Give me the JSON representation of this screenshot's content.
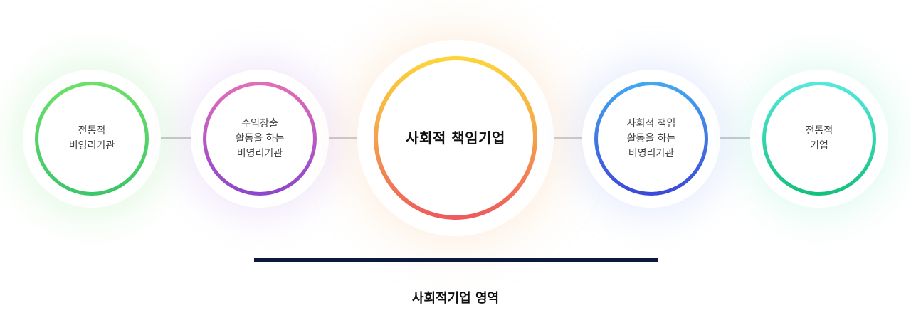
{
  "nodes": [
    {
      "lines": [
        "전통적",
        "비영리기관"
      ]
    },
    {
      "lines": [
        "수익창출",
        "활동을 하는",
        "비영리기관"
      ]
    },
    {
      "lines": [
        "사회적 책임기업"
      ]
    },
    {
      "lines": [
        "사회적 책임",
        "활동을 하는",
        "비영리기관"
      ]
    },
    {
      "lines": [
        "전통적",
        "기업"
      ]
    }
  ],
  "footer": {
    "label": "사회적기업 영역"
  },
  "colors": {
    "node1": [
      "#6ee06a",
      "#3cc56a"
    ],
    "node2": [
      "#e46db7",
      "#8c46cc"
    ],
    "node3": [
      "#fcd63a",
      "#f4a24c",
      "#ee5a5c"
    ],
    "node4": [
      "#44a8f0",
      "#3d48d8"
    ],
    "node5": [
      "#55e8e0",
      "#14c07c"
    ],
    "bar": "#0b1a3a",
    "connector": "#c9c9c9"
  }
}
